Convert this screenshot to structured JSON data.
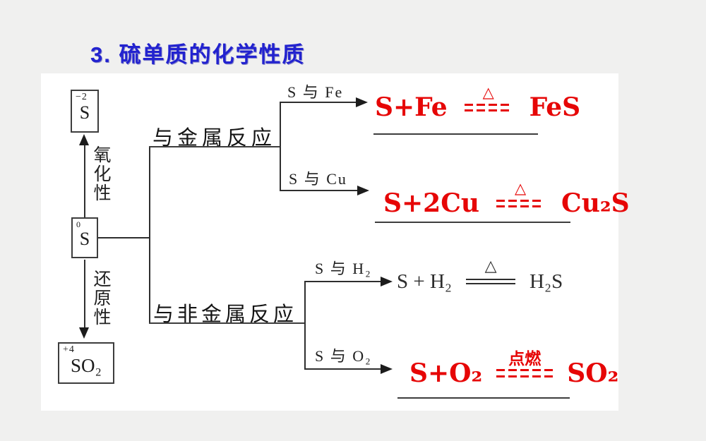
{
  "title": "3. 硫单质的化学性质",
  "colors": {
    "title_blue": "#2222cf",
    "equation_red": "#e60606",
    "diagram_ink": "#2e2e2e",
    "panel_bg": "#ffffff",
    "page_bg": "#f0f0ef"
  },
  "species": {
    "s_minus2": {
      "oxidation": "−2",
      "formula": "S"
    },
    "s_zero": {
      "oxidation": "0",
      "formula": "S"
    },
    "so2_plus4": {
      "oxidation": "+4",
      "formula": "SO₂"
    }
  },
  "properties": {
    "oxidizing": "氧化性",
    "reducing": "还原性"
  },
  "branches": {
    "metal": {
      "label": "与金属反应",
      "sub": [
        {
          "label": "S 与 Fe"
        },
        {
          "label": "S 与 Cu"
        }
      ]
    },
    "nonmetal": {
      "label": "与非金属反应",
      "sub": [
        {
          "label": "S 与 H₂"
        },
        {
          "label": "S 与 O₂"
        }
      ]
    }
  },
  "equations": [
    {
      "lhs": "S+Fe",
      "condition": "△",
      "rhs": "FeS"
    },
    {
      "lhs": "S+2Cu",
      "condition": "△",
      "rhs": "Cu₂S"
    },
    {
      "lhs": "S + H₂",
      "condition": "△",
      "rhs": "H₂S"
    },
    {
      "lhs": "S+O₂",
      "condition": "点燃",
      "rhs": "SO₂"
    }
  ]
}
